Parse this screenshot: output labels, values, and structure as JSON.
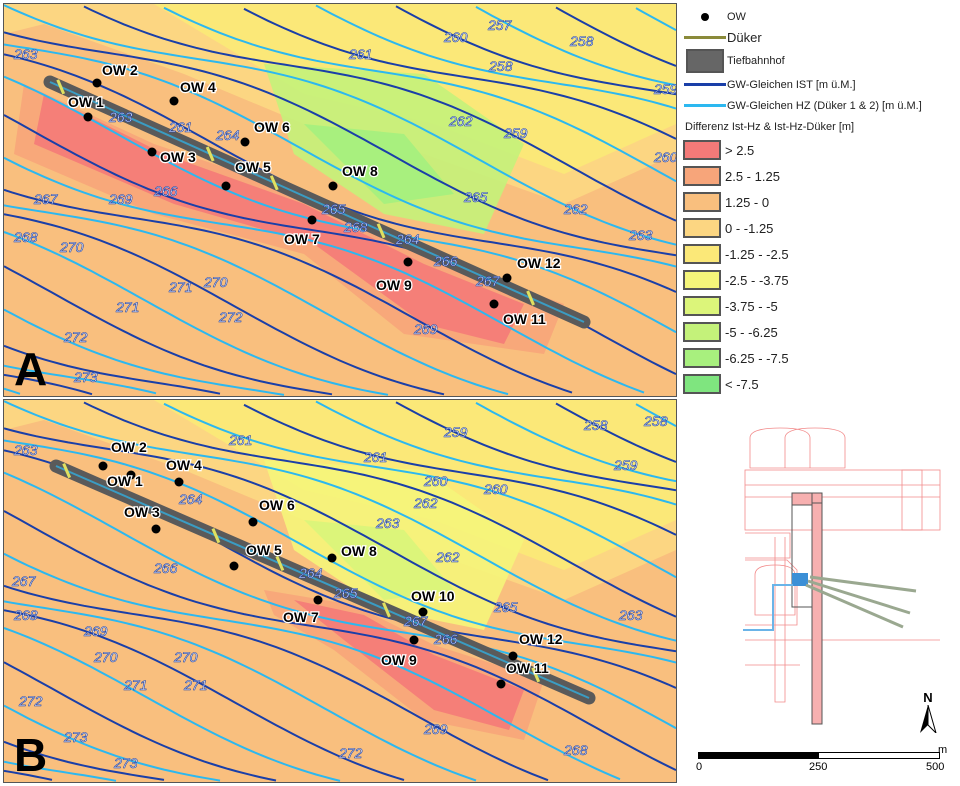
{
  "panels": {
    "A": {
      "label": "A",
      "ow_labels": [
        "OW 2",
        "OW 4",
        "OW 1",
        "OW 6",
        "OW 3",
        "OW 5",
        "OW 8",
        "OW 7",
        "OW 9",
        "OW 12",
        "OW 11"
      ],
      "contour_labels": [
        "263",
        "257",
        "258",
        "260",
        "261",
        "259",
        "258",
        "263",
        "261",
        "264",
        "262",
        "259",
        "260",
        "266",
        "267",
        "269",
        "268",
        "270",
        "265",
        "268",
        "264",
        "266",
        "267",
        "265",
        "262",
        "263",
        "271",
        "270",
        "271",
        "272",
        "269",
        "272",
        "273"
      ]
    },
    "B": {
      "label": "B",
      "ow_labels": [
        "OW 2",
        "OW 1",
        "OW 4",
        "OW 3",
        "OW 6",
        "OW 5",
        "OW 8",
        "OW 7",
        "OW 10",
        "OW 9",
        "OW 12",
        "OW 11"
      ],
      "contour_labels": [
        "263",
        "261",
        "259",
        "258",
        "258",
        "261",
        "260",
        "260",
        "259",
        "262",
        "264",
        "263",
        "262",
        "266",
        "264",
        "265",
        "267",
        "265",
        "263",
        "268",
        "269",
        "270",
        "270",
        "271",
        "271",
        "267",
        "266",
        "272",
        "273",
        "273",
        "269",
        "272",
        "268"
      ]
    }
  },
  "legend": {
    "ow": "OW",
    "dueker": "Düker",
    "tiefbahnhof": "Tiefbahnhof",
    "gw_ist": "GW-Gleichen IST [m ü.M.]",
    "gw_hz": "GW-Gleichen HZ (Düker 1 & 2) [m ü.M.]",
    "diff_title": "Differenz Ist-Hz & Ist-Hz-Düker [m]",
    "classes": [
      {
        "label": "> 2.5",
        "color": "#f47a78"
      },
      {
        "label": "2.5 - 1.25",
        "color": "#f7a57a"
      },
      {
        "label": "1.25 - 0",
        "color": "#f9bf7e"
      },
      {
        "label": "0 - -1.25",
        "color": "#fcd682"
      },
      {
        "label": "-1.25 - -2.5",
        "color": "#fbe878"
      },
      {
        "label": "-2.5 - -3.75",
        "color": "#f5f57a"
      },
      {
        "label": "-3.75 - -5",
        "color": "#dcf57a"
      },
      {
        "label": "-5 - -6.25",
        "color": "#c4f27a"
      },
      {
        "label": "-6.25 - -7.5",
        "color": "#a8f07e"
      },
      {
        "label": "< -7.5",
        "color": "#7fe57f"
      }
    ]
  },
  "colors": {
    "ist": "#1a3fa8",
    "hz": "#2cb8f0",
    "tunnel": "#5a5a5a",
    "dueker": "#8a8a3a"
  },
  "north_label": "N",
  "scale": {
    "unit": "m",
    "ticks": [
      "0",
      "250",
      "500"
    ]
  }
}
